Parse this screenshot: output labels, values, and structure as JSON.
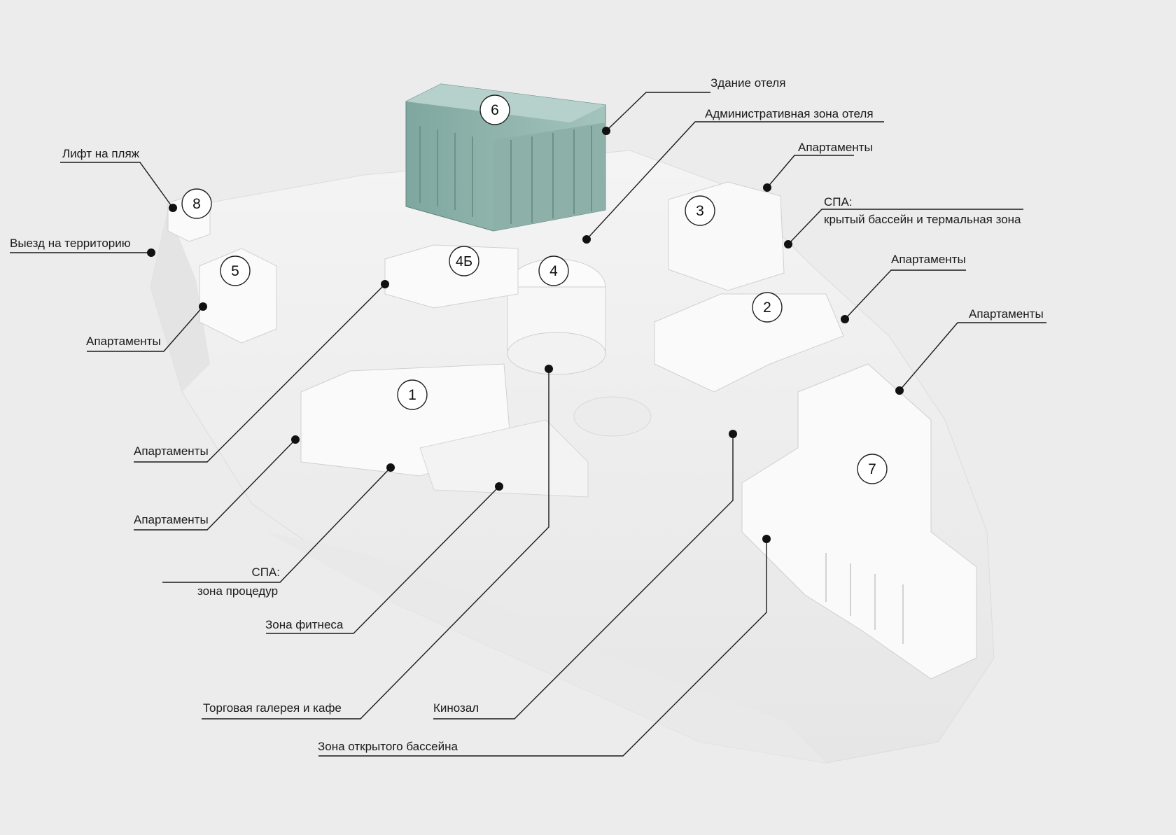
{
  "markers": [
    {
      "id": "1",
      "num": "1"
    },
    {
      "id": "2",
      "num": "2"
    },
    {
      "id": "3",
      "num": "3"
    },
    {
      "id": "4",
      "num": "4"
    },
    {
      "id": "4b",
      "num": "4Б"
    },
    {
      "id": "5",
      "num": "5"
    },
    {
      "id": "6",
      "num": "6"
    },
    {
      "id": "7",
      "num": "7"
    },
    {
      "id": "8",
      "num": "8"
    }
  ],
  "labels": {
    "hotel_building": "Здание отеля",
    "hotel_admin": "Административная зона отеля",
    "apartments_3": "Апартаменты",
    "spa_pool_title": "СПА:",
    "spa_pool_desc": "крытый бассейн и термальная зона",
    "apartments_2": "Апартаменты",
    "apartments_7": "Апартаменты",
    "beach_lift": "Лифт на пляж",
    "site_exit": "Выезд на территорию",
    "apartments_5": "Апартаменты",
    "apartments_4b": "Апартаменты",
    "apartments_1": "Апартаменты",
    "spa_procedures_title": "СПА:",
    "spa_procedures_desc": "зона процедур",
    "fitness": "Зона фитнеса",
    "gallery_cafe": "Торговая галерея и кафе",
    "cinema": "Кинозал",
    "outdoor_pool": "Зона открытого бассейна"
  },
  "colors": {
    "background": "#ececec",
    "terrain": "#f6f6f6",
    "buildings": "#fbfbfb",
    "hotel_tower": "#8fb5ad",
    "leader_line": "#1a1a1a"
  }
}
